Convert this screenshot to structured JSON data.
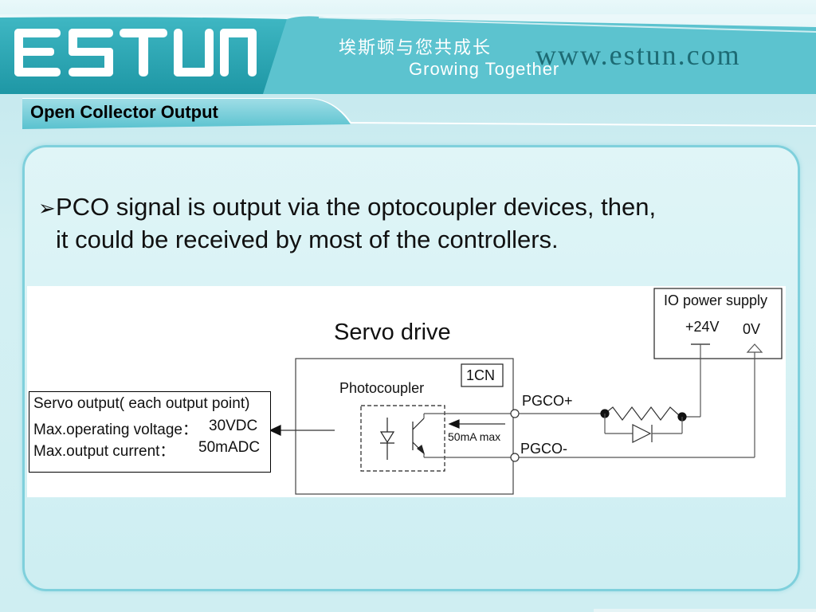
{
  "header": {
    "logo_text": "ESTUN",
    "slogan_cn": "埃斯顿与您共成长",
    "slogan_en": "Growing Together",
    "website": "www.estun.com"
  },
  "slide": {
    "title": "Open Collector Output",
    "bullet_marker": "➢",
    "bullet_line1": "PCO signal is output via the optocoupler devices, then,",
    "bullet_line2": "it could be received by most of the controllers."
  },
  "diagram": {
    "servo_drive_label": "Servo drive",
    "connector_label": "1CN",
    "photocoupler_label": "Photocoupler",
    "pin_plus_label": "PGCO+",
    "pin_minus_label": "PGCO-",
    "current_label": "50mA max",
    "power_supply_label": "IO power supply",
    "v24_label": "+24V",
    "v0_label": "0V",
    "spec": {
      "title": "Servo output( each output point)",
      "voltage_label": "Max.operating voltage：",
      "voltage_value": "30VDC",
      "current_label": "Max.output current：",
      "current_value": "50mADC"
    }
  },
  "colors": {
    "header_teal": "#2fa9b6",
    "header_light": "#9adbe3",
    "panel_border": "#7fd0dc"
  }
}
